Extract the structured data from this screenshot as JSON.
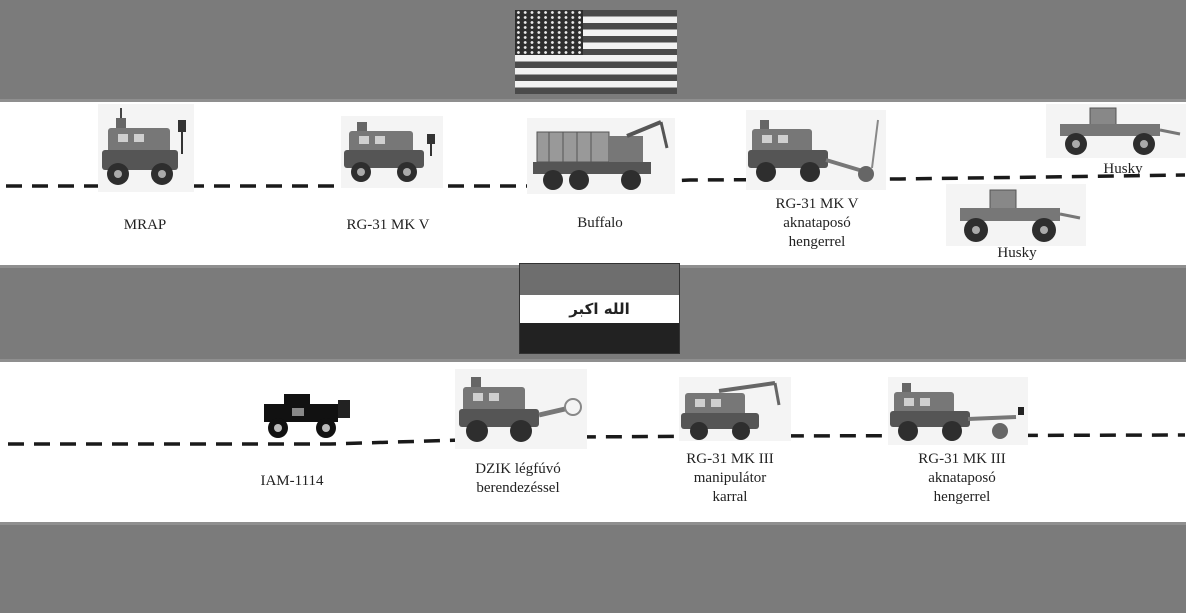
{
  "flags": {
    "usa": {
      "icon": "us-flag-icon"
    },
    "iraq": {
      "icon": "iraq-flag-icon",
      "inscription": "الله اكبر"
    }
  },
  "convoys": [
    {
      "vehicles": [
        {
          "name": "MRAP",
          "label_lines": [
            "MRAP"
          ],
          "icon": "mrap-truck-icon"
        },
        {
          "name": "RG-31 MK V",
          "label_lines": [
            "RG-31  MK V"
          ],
          "icon": "mrap-truck-icon"
        },
        {
          "name": "Buffalo",
          "label_lines": [
            "Buffalo"
          ],
          "icon": "buffalo-truck-icon"
        },
        {
          "name": "RG-31 MK V aknataposó hengerrel",
          "label_lines": [
            "RG-31  MK V",
            "aknataposó",
            "hengerrel"
          ],
          "icon": "mine-roller-truck-icon"
        },
        {
          "name": "Husky",
          "label_lines": [
            "Husky"
          ],
          "icon": "husky-vehicle-icon"
        },
        {
          "name": "Husky",
          "label_lines": [
            "Husky"
          ],
          "icon": "husky-vehicle-icon"
        }
      ]
    },
    {
      "vehicles": [
        {
          "name": "IAM-1114",
          "label_lines": [
            "IAM-1114"
          ],
          "icon": "humvee-icon"
        },
        {
          "name": "DZIK légfúvó berendezéssel",
          "label_lines": [
            "DZIK  légfúvó",
            "berendezéssel"
          ],
          "icon": "blower-truck-icon"
        },
        {
          "name": "RG-31 MK III manipulátor karral",
          "label_lines": [
            "RG-31 MK III",
            "manipulátor",
            "karral"
          ],
          "icon": "manipulator-truck-icon"
        },
        {
          "name": "RG-31 MK III aknataposó hengerrel",
          "label_lines": [
            "RG-31 MK III",
            "aknataposó",
            "hengerrel"
          ],
          "icon": "mine-roller-truck-icon"
        }
      ]
    }
  ],
  "colors": {
    "band": "#7b7b7b",
    "route": "#1a1a1a",
    "vehicle": "#555555"
  }
}
